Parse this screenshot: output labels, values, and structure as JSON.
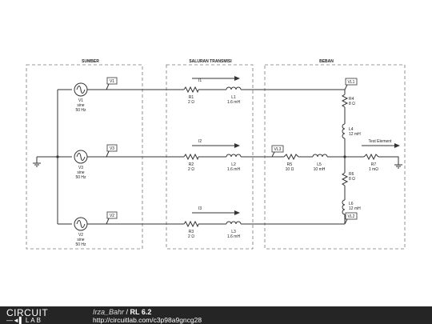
{
  "sections": {
    "source": "SUMBER",
    "transmission": "SALURAN TRANSMISI",
    "load": "BEBAN"
  },
  "sources": [
    {
      "name": "V1",
      "type": "sine",
      "freq": "50 Hz",
      "probe": "V1"
    },
    {
      "name": "V3",
      "type": "sine",
      "freq": "50 Hz",
      "probe": "V3"
    },
    {
      "name": "V2",
      "type": "sine",
      "freq": "50 Hz",
      "probe": "V2"
    }
  ],
  "line_branches": [
    {
      "current": "I1",
      "r_name": "R1",
      "r_val": "2 Ω",
      "l_name": "L1",
      "l_val": "1.6 mH"
    },
    {
      "current": "I2",
      "r_name": "R2",
      "r_val": "2 Ω",
      "l_name": "L2",
      "l_val": "1.6 mH"
    },
    {
      "current": "I3",
      "r_name": "R3",
      "r_val": "2 Ω",
      "l_name": "L3",
      "l_val": "1.6 mH"
    }
  ],
  "load": {
    "probes": [
      "VL1",
      "VL3",
      "VL2"
    ],
    "R4": {
      "name": "R4",
      "val": "8 Ω"
    },
    "L4": {
      "name": "L4",
      "val": "12 mH"
    },
    "R5": {
      "name": "R5",
      "val": "10 Ω"
    },
    "L5": {
      "name": "L5",
      "val": "10 mH"
    },
    "R6": {
      "name": "R6",
      "val": "8 Ω"
    },
    "L6": {
      "name": "L6",
      "val": "12 mH"
    },
    "R7": {
      "name": "R7",
      "val": "1 mΩ"
    },
    "test_element": "Test Element"
  },
  "footer": {
    "logo_top": "CIRCUIT",
    "logo_bottom": "LAB",
    "author": "Irza_Bahr",
    "separator": " / ",
    "circuit_name": "RL 6.2",
    "url": "http://circuitlab.com/c3p98a9gncg28"
  }
}
